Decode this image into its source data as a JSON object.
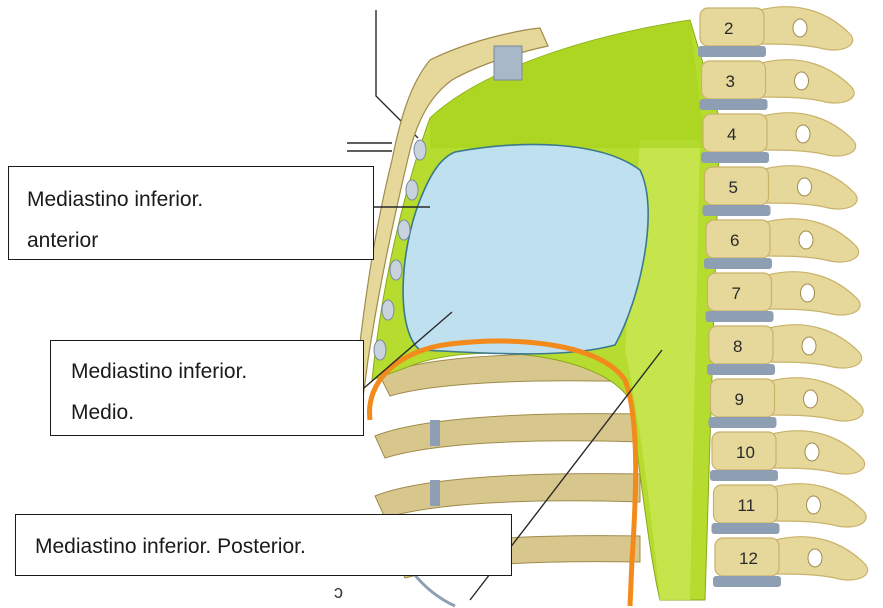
{
  "labels": {
    "anterior": {
      "line1": "Mediastino inferior.",
      "line2": "anterior"
    },
    "medio": {
      "line1": "Mediastino inferior.",
      "line2": "Medio."
    },
    "posterior": {
      "line1": "Mediastino inferior. Posterior."
    }
  },
  "vertebrae": [
    "2",
    "3",
    "4",
    "5",
    "6",
    "7",
    "8",
    "9",
    "10",
    "11",
    "12"
  ],
  "stray_mark": "ↄ",
  "colors": {
    "mediastinum_green": "#b5dc2e",
    "mediastinum_green_light": "#cde85a",
    "middle_blue": "#bfe0ef",
    "bone": "#e6d79b",
    "bone_shadow": "#c9b26a",
    "disc": "#8f9fb3",
    "diaphragm_orange": "#f28a1c"
  }
}
